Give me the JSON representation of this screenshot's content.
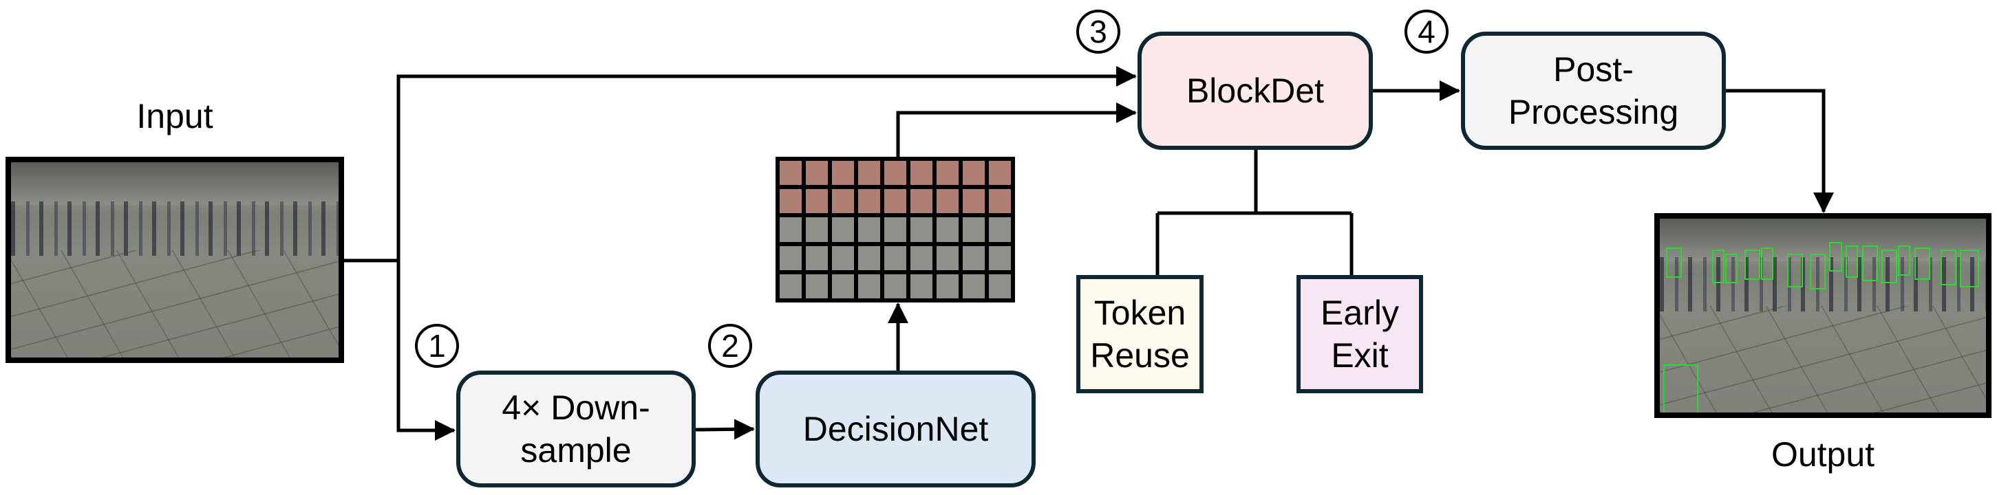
{
  "diagram": {
    "input_label": "Input",
    "output_label": "Output",
    "steps": [
      "1",
      "2",
      "3",
      "4"
    ],
    "nodes": {
      "downsample": {
        "lines": [
          "4× Down-",
          "sample"
        ],
        "fill": "#f4f4f4"
      },
      "decisionnet": {
        "lines": [
          "DecisionNet"
        ],
        "fill": "#dce9f5"
      },
      "blockdet": {
        "lines": [
          "BlockDet"
        ],
        "fill": "#fde9e9"
      },
      "postprocessing": {
        "lines": [
          "Post-",
          "Processing"
        ],
        "fill": "#f4f4f4"
      },
      "token_reuse": {
        "lines": [
          "Token",
          "Reuse"
        ],
        "fill": "#fffaee"
      },
      "early_exit": {
        "lines": [
          "Early",
          "Exit"
        ],
        "fill": "#f8e6f5"
      }
    },
    "block_grid": {
      "columns": 9,
      "rows": 5,
      "selected_rows": 2,
      "selected_tint": "#b07f74",
      "unselected_tint": "#8e928b"
    },
    "edges": [
      {
        "from": "input",
        "to": "blockdet"
      },
      {
        "from": "input",
        "to": "downsample"
      },
      {
        "from": "downsample",
        "to": "decisionnet"
      },
      {
        "from": "decisionnet",
        "to": "block_grid"
      },
      {
        "from": "block_grid",
        "to": "blockdet"
      },
      {
        "from": "blockdet",
        "to": "token_reuse"
      },
      {
        "from": "blockdet",
        "to": "early_exit"
      },
      {
        "from": "blockdet",
        "to": "postprocessing"
      },
      {
        "from": "postprocessing",
        "to": "output"
      }
    ],
    "detection_box_color": "#31d431",
    "border_color": "#0e2733"
  }
}
